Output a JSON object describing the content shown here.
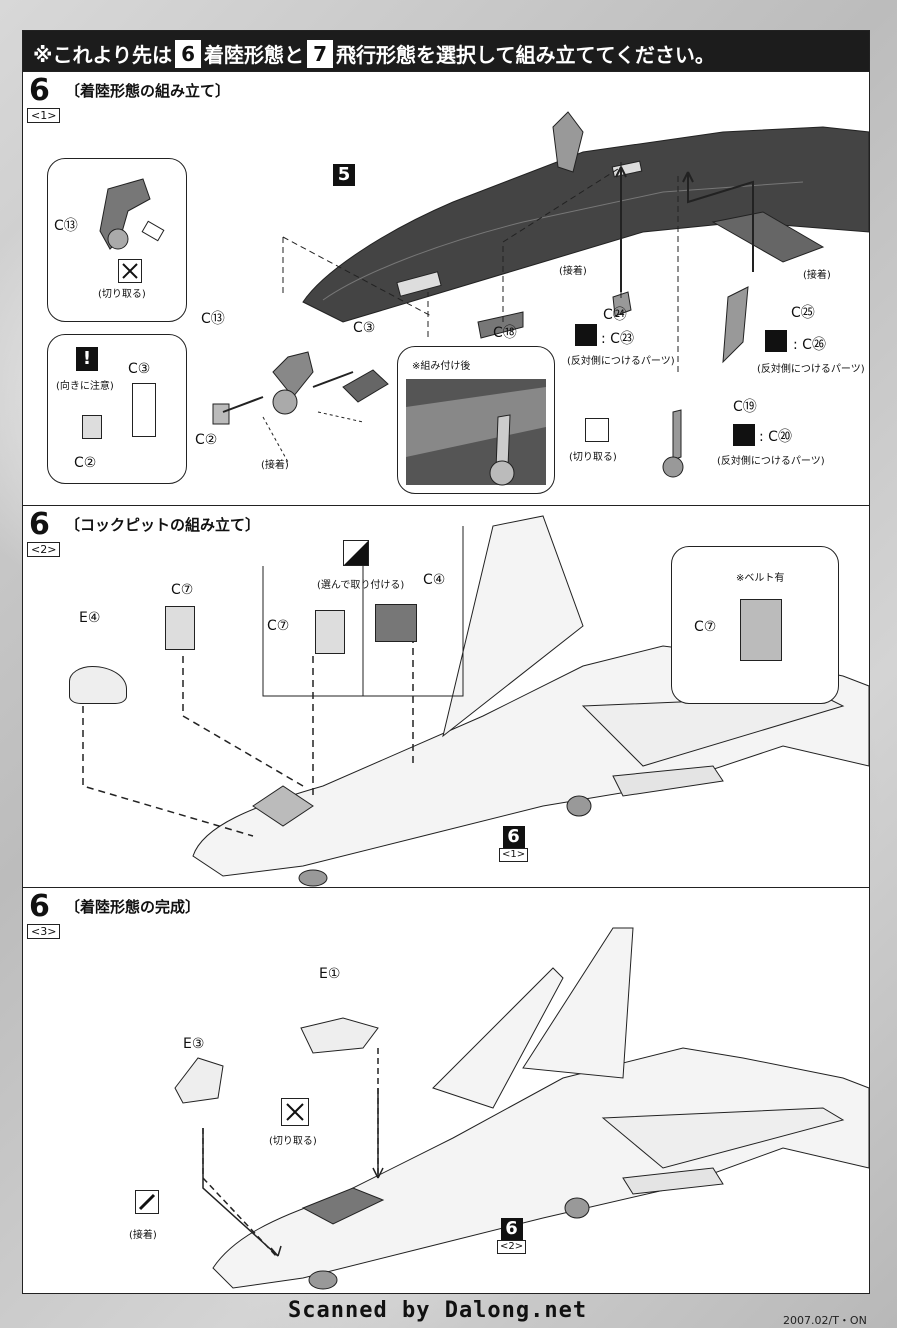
{
  "header": {
    "prefix": "※これより先は",
    "step_a": "6",
    "mid": "着陸形態と",
    "step_b": "7",
    "suffix": "飛行形態を選択して組み立ててください。"
  },
  "sections": [
    {
      "number": "6",
      "sub": "<1>",
      "title": "〔着陸形態の組み立て〕"
    },
    {
      "number": "6",
      "sub": "<2>",
      "title": "〔コックピットの組み立て〕"
    },
    {
      "number": "6",
      "sub": "<3>",
      "title": "〔着陸形態の完成〕"
    }
  ],
  "step1": {
    "ref_step": "5",
    "inset_top": {
      "part": "C⑬",
      "cut": "(切り取る)"
    },
    "inset_bottom": {
      "caution": "(向きに注意)",
      "part_a": "C②",
      "part_b": "C③"
    },
    "parts": {
      "c13": "C⑬",
      "c3": "C③",
      "c2": "C②",
      "glue1": "(接着)",
      "c18": "C⑱",
      "glue2": "(接着)",
      "c24": "C㉔",
      "c23": ": C㉓",
      "opp1": "(反対側につけるパーツ)",
      "glue3": "(接着)",
      "c25": "C㉕",
      "c26": ": C㉖",
      "opp2": "(反対側につけるパーツ)",
      "c19": "C⑲",
      "cut2": "(切り取る)",
      "c20": ": C⑳",
      "opp3": "(反対側につけるパーツ)"
    },
    "after_label": "※組み付け後"
  },
  "step2": {
    "e4": "E④",
    "c7a": "C⑦",
    "c7b": "C⑦",
    "choose": "(選んで取り付ける)",
    "c4": "C④",
    "belt_note": "※ベルト有",
    "belt_part": "C⑦",
    "ref_step": "6",
    "ref_sub": "<1>"
  },
  "step3": {
    "e1": "E①",
    "e3": "E③",
    "cut": "(切り取る)",
    "glue": "(接着)",
    "ref_step": "6",
    "ref_sub": "<2>"
  },
  "footer": {
    "scan_credit": "Scanned by Dalong.net",
    "code": "2007.02/T・ON"
  }
}
